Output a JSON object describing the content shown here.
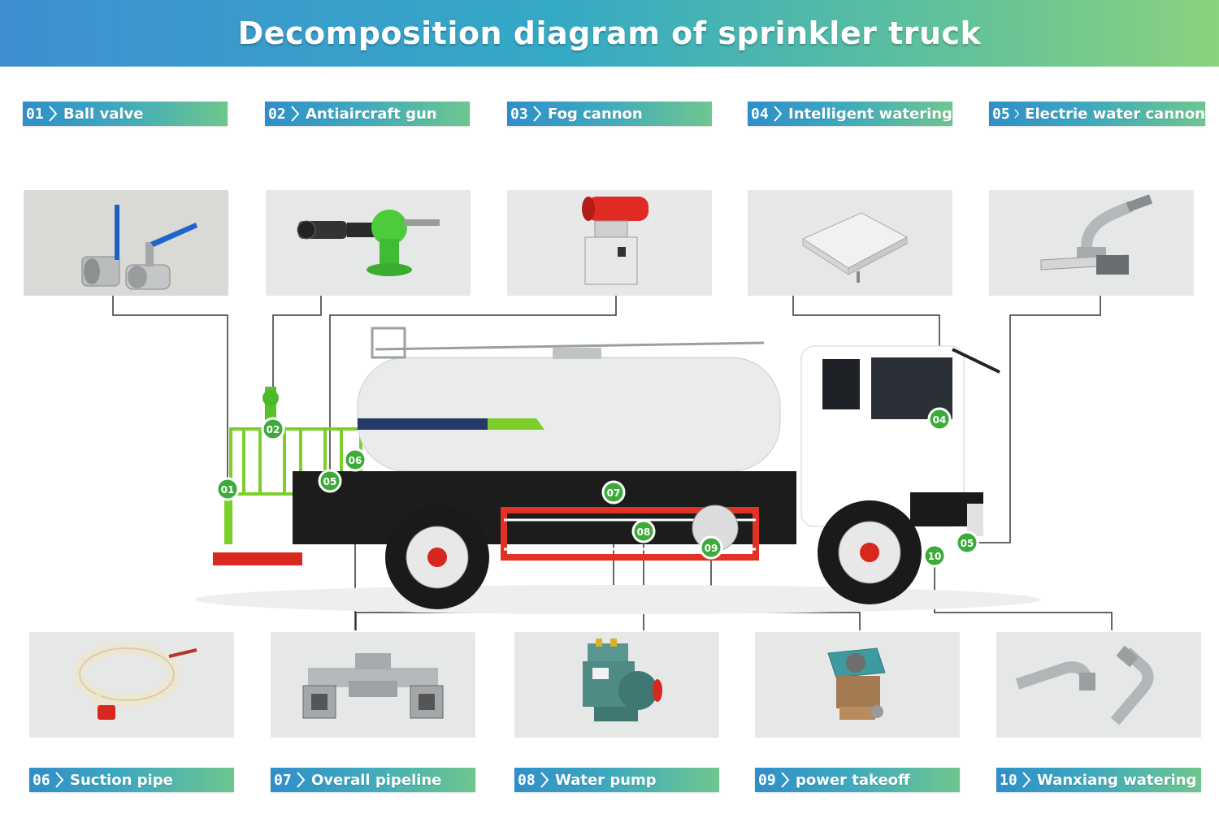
{
  "title": "Decomposition diagram of sprinkler truck",
  "parts": [
    {
      "num": "01",
      "name": "Ball valve",
      "icon": "ball-valve-photo"
    },
    {
      "num": "02",
      "name": "Antiaircraft gun",
      "icon": "antiaircraft-gun-photo"
    },
    {
      "num": "03",
      "name": "Fog cannon",
      "icon": "fog-cannon-photo"
    },
    {
      "num": "04",
      "name": "Intelligent watering",
      "icon": "control-box-photo"
    },
    {
      "num": "05",
      "name": "Electrie water cannon",
      "icon": "electric-cannon-photo"
    },
    {
      "num": "06",
      "name": "Suction pipe",
      "icon": "suction-pipe-photo"
    },
    {
      "num": "07",
      "name": "Overall pipeline",
      "icon": "pipeline-photo"
    },
    {
      "num": "08",
      "name": "Water pump",
      "icon": "water-pump-photo"
    },
    {
      "num": "09",
      "name": "power takeoff",
      "icon": "power-takeoff-photo"
    },
    {
      "num": "10",
      "name": "Wanxiang watering",
      "icon": "elbow-nozzle-photo"
    }
  ],
  "callouts": [
    "01",
    "02",
    "05",
    "06",
    "07",
    "08",
    "09",
    "04",
    "10",
    "05"
  ],
  "colors": {
    "banner_start": "#3f8fd0",
    "banner_end": "#8ad27e",
    "callout_fill": "#3cab3a",
    "leader_line": "#333333",
    "frame_red": "#e23226",
    "rail_green": "#7ccf2a"
  }
}
